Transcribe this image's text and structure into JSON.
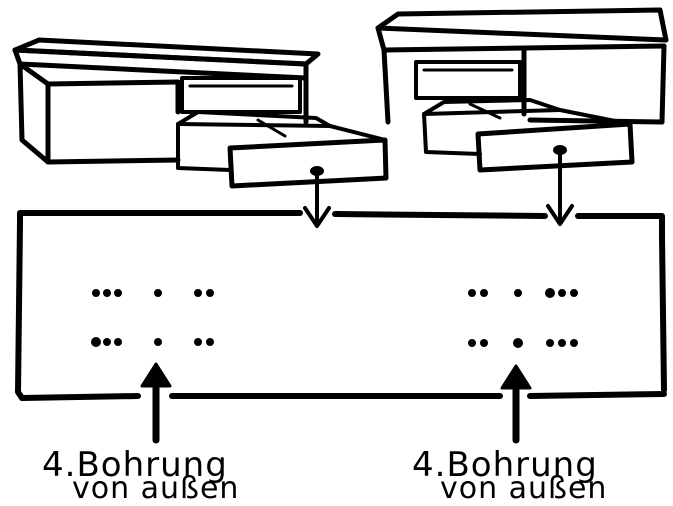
{
  "colors": {
    "ink": "#000000",
    "paper": "#ffffff"
  },
  "labels": {
    "left": {
      "line1": "4.Bohrung",
      "line2": "von außen"
    },
    "right": {
      "line1": "4.Bohrung",
      "line2": "von außen"
    }
  }
}
